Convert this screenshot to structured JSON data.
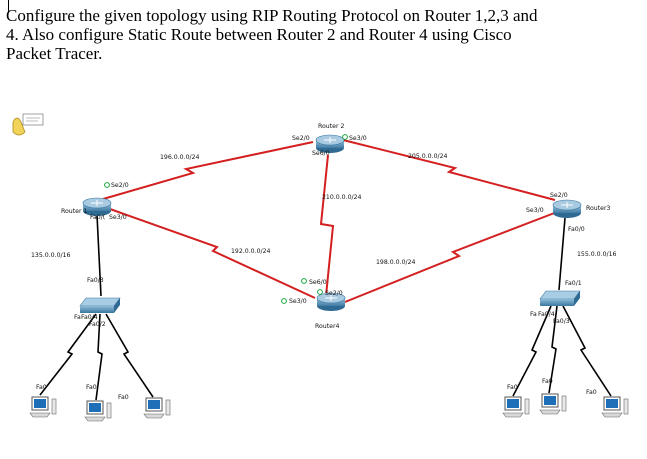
{
  "question": {
    "line1": "Configure the given topology using RIP Routing Protocol on Router 1,2,3 and",
    "line2": "4. Also configure Static Route between Router 2 and Router 4 using Cisco",
    "line3": "Packet Tracer."
  },
  "topology": {
    "routers": {
      "r1": "Router 1",
      "r2": "Router 2",
      "r3": "Router3",
      "r4": "Router4"
    },
    "networks": {
      "n196": "196.0.0.0/24",
      "n205": "205.0.0.0/24",
      "n210": "210.0.0.0/24",
      "n192": "192.0.0.0/24",
      "n198": "198.0.0.0/24",
      "n135": "135.0.0.0/16",
      "n155": "155.0.0.0/16"
    },
    "ports": {
      "r1_se2": "Se2/0",
      "r1_fa0": "Fa0/(",
      "r1_se3": "Se3/0",
      "r2_se2": "Se2/0",
      "r2_se3": "Se3/0",
      "r2_se6": "Se6/0",
      "r3_se2": "Se2/0",
      "r3_se3": "Se3/0",
      "r3_fa0": "Fa0/0",
      "r4_se6": "Se6/0",
      "r4_se2": "Se2/0",
      "r4_se3": "Se3/0",
      "sw1_fa3": "Fa0/3",
      "sw1_fa4a": "Fa",
      "sw1_fa4b": "Fa0/4",
      "sw1_fa2": "Fa0/2",
      "sw2_fa1": "Fa0/1",
      "sw2_fa4a": "Fa",
      "sw2_fa4b": "Fa0/4",
      "sw2_fa3": "Fa0/3",
      "pc_fa0_1": "Fa0",
      "pc_fa0_2": "Fa0",
      "pc_fa0_3": "Fa0",
      "pc_fa0_4": "Fa0",
      "pc_fa0_5": "Fa0",
      "pc_fa0_6": "Fa0"
    },
    "colors": {
      "serial_link": "#d42020",
      "ethernet_link": "#000000",
      "router_body": "#5b8fb3",
      "switch_body": "#5c93b5",
      "pc_screen": "#1f6fb8",
      "port_dot": "#17a43a"
    }
  }
}
